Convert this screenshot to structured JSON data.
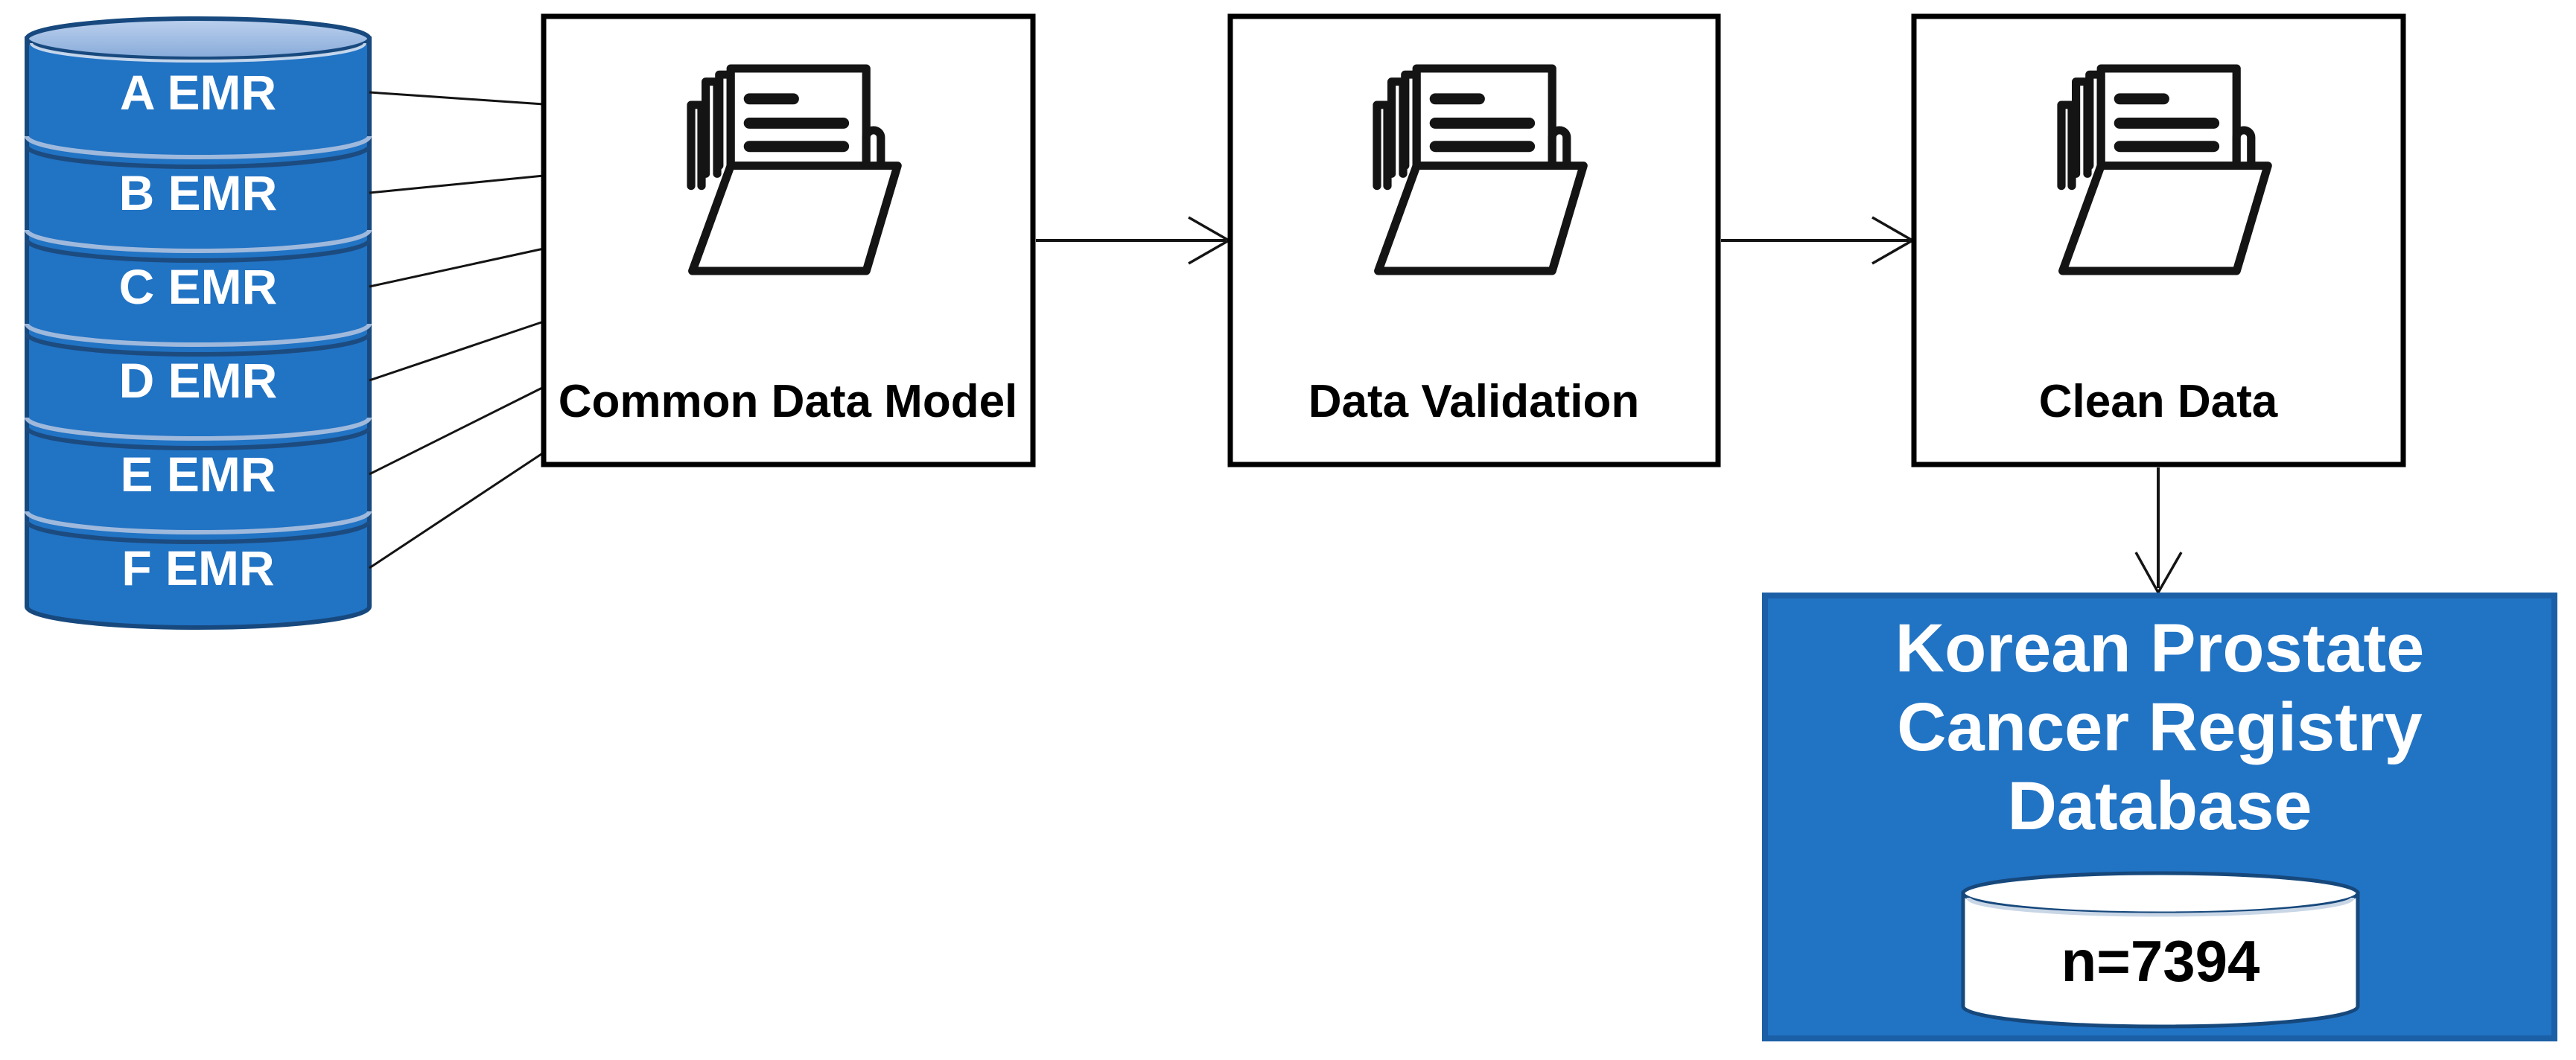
{
  "emr_stack": {
    "segments": [
      {
        "label": "A EMR"
      },
      {
        "label": "B EMR"
      },
      {
        "label": "C EMR"
      },
      {
        "label": "D EMR"
      },
      {
        "label": "E EMR"
      },
      {
        "label": "F EMR"
      }
    ]
  },
  "steps": [
    {
      "label": "Common Data Model"
    },
    {
      "label": "Data Validation"
    },
    {
      "label": "Clean Data"
    }
  ],
  "registry": {
    "title_line1": "Korean Prostate",
    "title_line2": "Cancer Registry",
    "title_line3": "Database",
    "sample_size": "n=7394"
  },
  "icons": {
    "step_icon": "folder-documents-icon"
  },
  "colors": {
    "primary_blue": "#2173C4",
    "cylinder_outline": "#17497E",
    "separator_dark": "#1C4B80",
    "separator_highlight": "#9FB9DC",
    "cylinder_top_light": "#9DB9E4",
    "registry_border": "#1B5FA6",
    "line_black": "#141414",
    "background": "#FFFFFF"
  }
}
